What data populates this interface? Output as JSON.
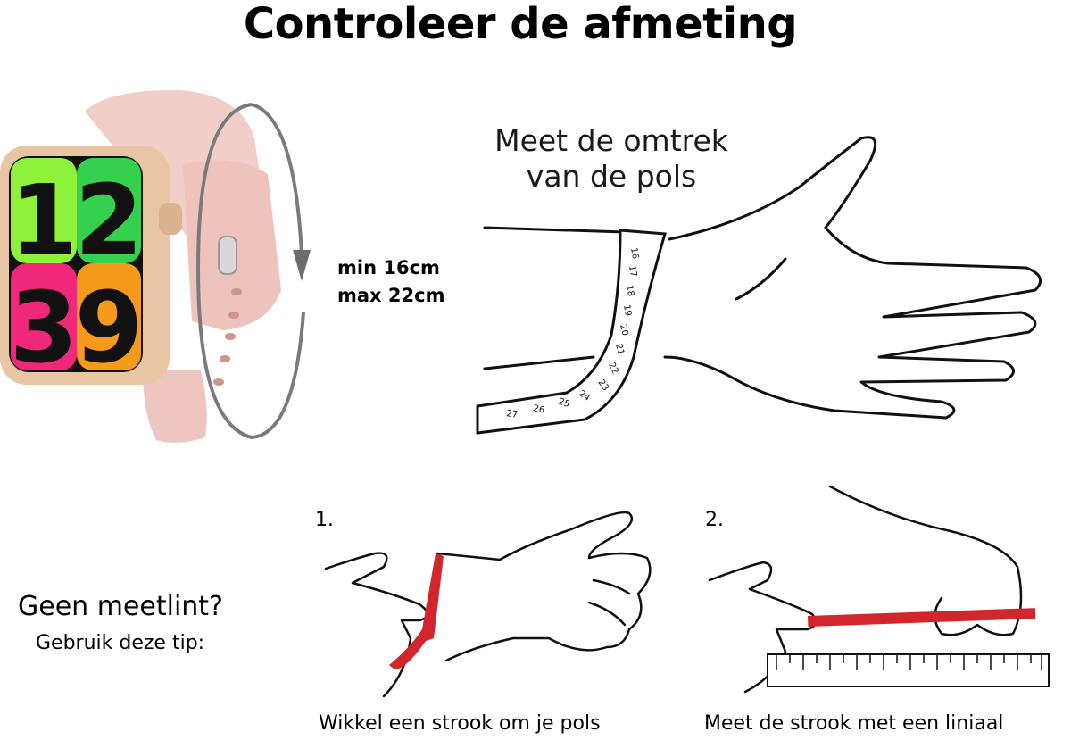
{
  "title": "Controleer de afmeting",
  "wrist": {
    "heading_line1": "Meet de omtrek",
    "heading_line2": "van de pols",
    "tape_marks": [
      "16",
      "17",
      "18",
      "19",
      "20",
      "21",
      "22",
      "23",
      "24",
      "25",
      "26",
      "27"
    ]
  },
  "watch": {
    "face_digits": [
      "1",
      "2",
      "3",
      "9"
    ],
    "size_min": "min 16cm",
    "size_max": "max 22cm"
  },
  "tip": {
    "headline": "Geen meetlint?",
    "subline": "Gebruik deze tip:"
  },
  "steps": [
    {
      "number": "1.",
      "caption": "Wikkel een strook om je pols"
    },
    {
      "number": "2.",
      "caption": "Meet de strook met een liniaal"
    }
  ],
  "colors": {
    "strap_pink": "#f1cfc8",
    "case_gold": "#e8c6a4",
    "strip_red": "#d0262c",
    "arrow_gray": "#7a7a7a"
  }
}
